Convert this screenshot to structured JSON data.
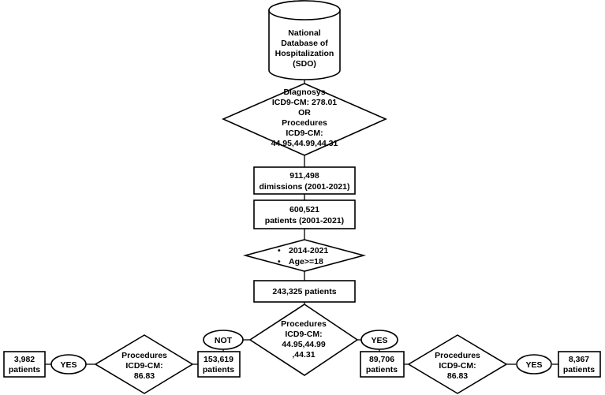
{
  "flowchart": {
    "database": [
      "National",
      "Database of",
      "Hospitalization",
      "(SDO)"
    ],
    "selection_criteria": [
      "Diagnosys",
      "ICD9-CM: 278.01",
      "OR",
      "Procedures",
      "ICD9-CM:",
      "44.95,44.99,44.31"
    ],
    "admissions": [
      "911,498",
      "dimissions (2001-2021)"
    ],
    "patients_all": [
      "600,521",
      "patients (2001-2021)"
    ],
    "filter_bullet": "•",
    "filter_items": [
      "2014-2021",
      "Age>=18"
    ],
    "patients_filtered": [
      "243,325 patients"
    ],
    "procedure_check": [
      "Procedures",
      "ICD9-CM:",
      "44.95,44.99",
      ",44.31"
    ],
    "not_label": [
      "NOT"
    ],
    "yes_label": [
      "YES"
    ],
    "not_branch_patients": [
      "153,619",
      "patients"
    ],
    "yes_branch_patients": [
      "89,706",
      "patients"
    ],
    "left_procedure_check": [
      "Procedures",
      "ICD9-CM:",
      "86.83"
    ],
    "right_procedure_check": [
      "Procedures",
      "ICD9-CM:",
      "86.83"
    ],
    "left_yes_label": [
      "YES"
    ],
    "right_yes_label": [
      "YES"
    ],
    "left_result": [
      "3,982",
      "patients"
    ],
    "right_result": [
      "8,367",
      "patients"
    ]
  }
}
